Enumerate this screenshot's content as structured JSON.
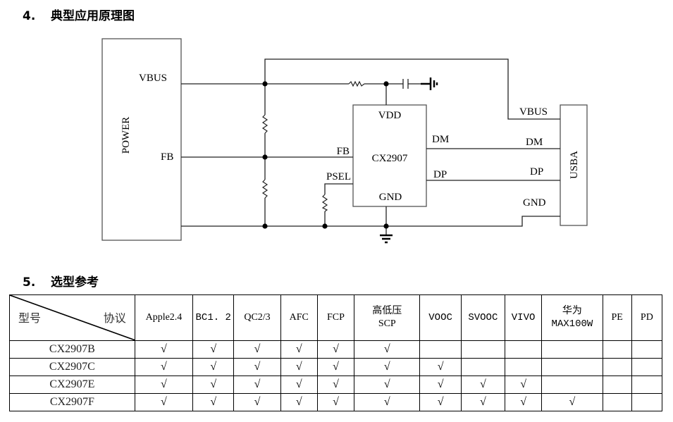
{
  "sections": {
    "application": {
      "number": "4.",
      "title": "典型应用原理图"
    },
    "selection": {
      "number": "5.",
      "title": "选型参考"
    }
  },
  "circuit": {
    "power_block": {
      "label": "POWER",
      "pins": {
        "vbus": "VBUS",
        "fb": "FB"
      }
    },
    "chip": {
      "label": "CX2907",
      "pins": {
        "vdd": "VDD",
        "fb": "FB",
        "psel": "PSEL",
        "gnd": "GND",
        "dm": "DM",
        "dp": "DP"
      }
    },
    "usb_block": {
      "label": "USBA",
      "pins": {
        "vbus": "VBUS",
        "dm": "DM",
        "dp": "DP",
        "gnd": "GND"
      }
    }
  },
  "table": {
    "corner": {
      "row_header": "型号",
      "col_header": "协议"
    },
    "columns": [
      {
        "line1": "Apple2.4",
        "line2": ""
      },
      {
        "line1": "BC1. 2",
        "line2": ""
      },
      {
        "line1": "QC2/3",
        "line2": ""
      },
      {
        "line1": "AFC",
        "line2": ""
      },
      {
        "line1": "FCP",
        "line2": ""
      },
      {
        "line1": "高低压",
        "line2": "SCP"
      },
      {
        "line1": "VOOC",
        "line2": ""
      },
      {
        "line1": "SVOOC",
        "line2": ""
      },
      {
        "line1": "VIVO",
        "line2": ""
      },
      {
        "line1": "华为",
        "line2": "MAX100W"
      },
      {
        "line1": "PE",
        "line2": ""
      },
      {
        "line1": "PD",
        "line2": ""
      }
    ],
    "check_mark": "√",
    "rows": [
      {
        "model": "CX2907B",
        "cells": [
          "√",
          "√",
          "√",
          "√",
          "√",
          "√",
          "",
          "",
          "",
          "",
          "",
          ""
        ]
      },
      {
        "model": "CX2907C",
        "cells": [
          "√",
          "√",
          "√",
          "√",
          "√",
          "√",
          "√",
          "",
          "",
          "",
          "",
          ""
        ]
      },
      {
        "model": "CX2907E",
        "cells": [
          "√",
          "√",
          "√",
          "√",
          "√",
          "√",
          "√",
          "√",
          "√",
          "",
          "",
          ""
        ]
      },
      {
        "model": "CX2907F",
        "cells": [
          "√",
          "√",
          "√",
          "√",
          "√",
          "√",
          "√",
          "√",
          "√",
          "√",
          "",
          ""
        ]
      }
    ]
  }
}
